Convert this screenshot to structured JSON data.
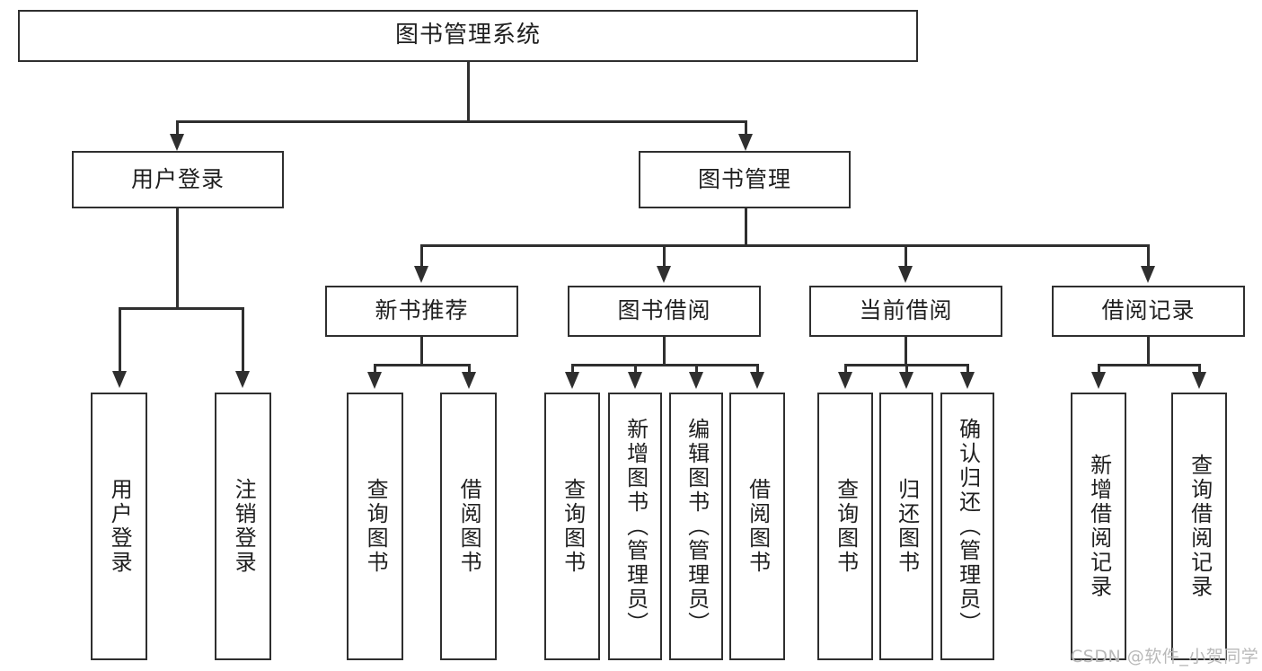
{
  "diagram": {
    "type": "tree-hierarchy",
    "title": "图书管理系统",
    "watermark": "CSDN @软件_小贺同学",
    "colors": {
      "background": "#ffffff",
      "stroke": "#2f2f2f",
      "text": "#1f1f1f",
      "watermark": "#b9b9b9"
    },
    "root": {
      "label": "图书管理系统"
    },
    "level2": [
      {
        "id": "user-login",
        "label": "用户登录"
      },
      {
        "id": "book-management",
        "label": "图书管理"
      }
    ],
    "level3": [
      {
        "id": "new-book-recommend",
        "label": "新书推荐"
      },
      {
        "id": "book-borrow",
        "label": "图书借阅"
      },
      {
        "id": "current-borrow",
        "label": "当前借阅"
      },
      {
        "id": "borrow-record",
        "label": "借阅记录"
      }
    ],
    "leaves": {
      "user_login": [
        {
          "id": "leaf-user-login",
          "label": "用户登录"
        },
        {
          "id": "leaf-logout-login",
          "label": "注销登录"
        }
      ],
      "new_book_recommend": [
        {
          "id": "leaf-query-book-1",
          "label": "查询图书"
        },
        {
          "id": "leaf-borrow-book-1",
          "label": "借阅图书"
        }
      ],
      "book_borrow": [
        {
          "id": "leaf-query-book-2",
          "label": "查询图书"
        },
        {
          "id": "leaf-add-book",
          "label": "新增图书（管理员）"
        },
        {
          "id": "leaf-edit-book",
          "label": "编辑图书（管理员）"
        },
        {
          "id": "leaf-borrow-book-2",
          "label": "借阅图书"
        }
      ],
      "current_borrow": [
        {
          "id": "leaf-query-book-3",
          "label": "查询图书"
        },
        {
          "id": "leaf-return-book",
          "label": "归还图书"
        },
        {
          "id": "leaf-confirm-return",
          "label": "确认归还（管理员）"
        }
      ],
      "borrow_record": [
        {
          "id": "leaf-add-record",
          "label": "新增借阅记录"
        },
        {
          "id": "leaf-query-record",
          "label": "查询借阅记录"
        }
      ]
    }
  }
}
